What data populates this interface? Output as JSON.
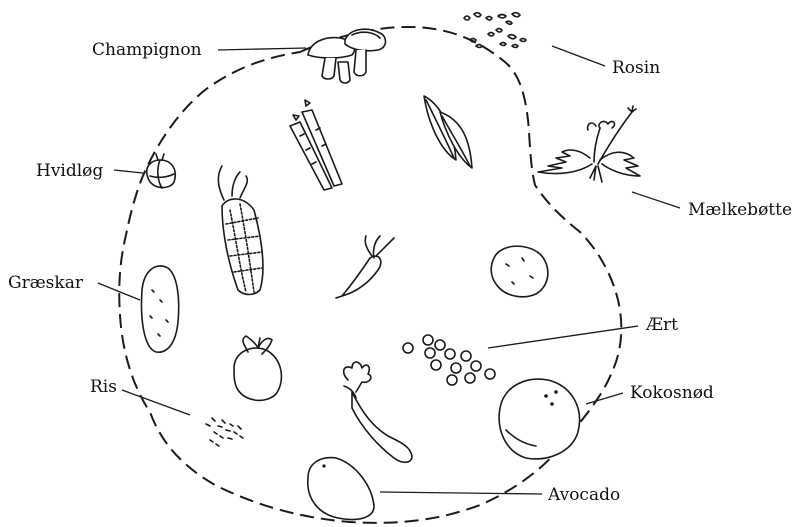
{
  "labels": {
    "champignon": "Champignon",
    "rosin": "Rosin",
    "hvidlog": "Hvidløg",
    "maelkebotte": "Mælkebøtte",
    "graeskar": "Græskar",
    "aert": "Ært",
    "ris": "Ris",
    "kokosnod": "Kokosnød",
    "avocado": "Avocado"
  }
}
